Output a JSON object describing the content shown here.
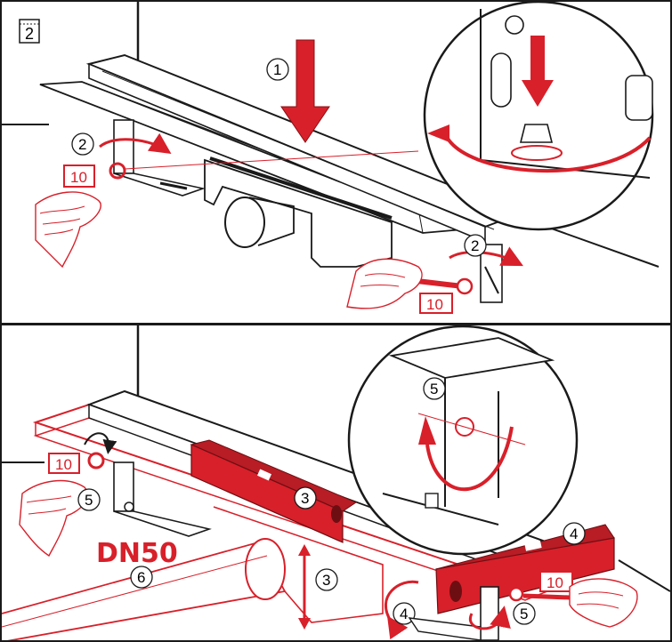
{
  "step_number": "2",
  "colors": {
    "accent": "#d8202a",
    "line": "#1a1a1a",
    "fill": "#ffffff"
  },
  "icons": [
    "hand-icon",
    "wrench-icon",
    "spirit-level-icon",
    "rotate-arrow-icon",
    "down-arrow-icon"
  ],
  "top_panel": {
    "callouts": {
      "press": "1",
      "loosen_left": "2",
      "loosen_right": "2",
      "wrench_left": "10",
      "wrench_right": "10"
    }
  },
  "bottom_panel": {
    "pipe_label": "DN50",
    "callouts": {
      "level_left": "3",
      "level_right": "4",
      "height_adjust": "3",
      "rotate_left": "4",
      "tighten_left": "5",
      "tighten_right": "5",
      "tighten_zoom": "5",
      "pipe": "6",
      "wrench_left": "10",
      "wrench_right": "10"
    }
  }
}
